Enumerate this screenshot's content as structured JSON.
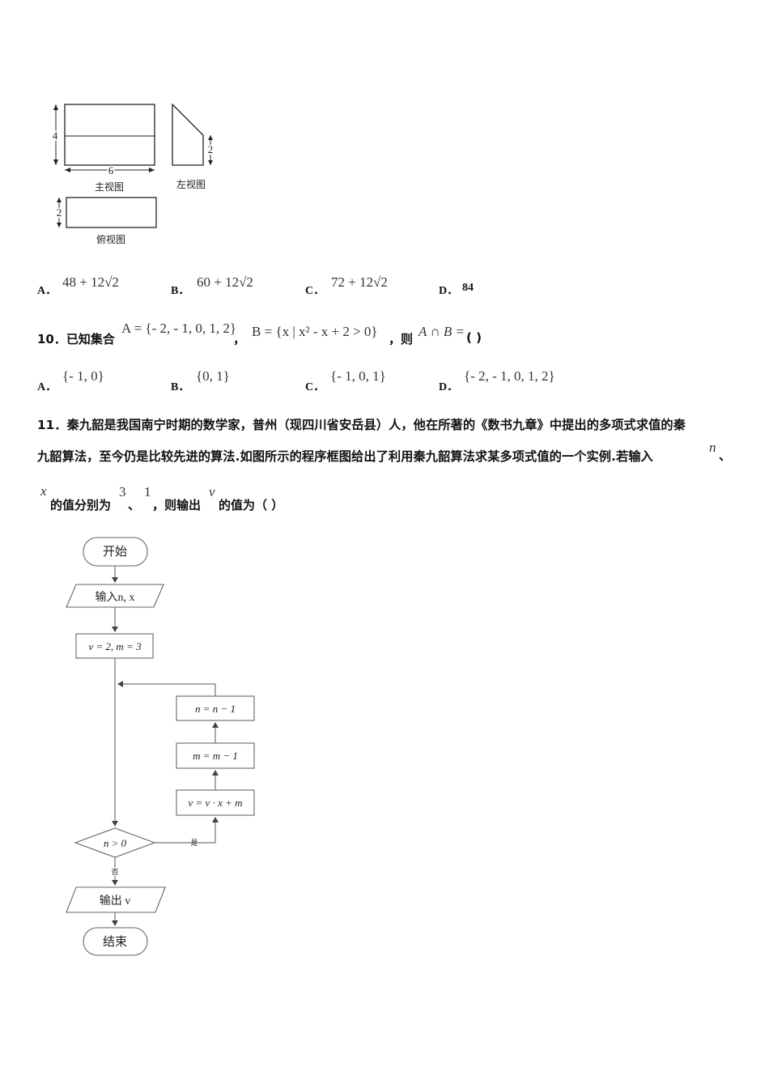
{
  "views": {
    "front_label": "主视图",
    "left_label": "左视图",
    "top_label": "俯视图",
    "dim_front_height": "4",
    "dim_front_width": "6",
    "dim_left_height": "2",
    "dim_top_height": "2"
  },
  "q9_options": {
    "a_letter": "A．",
    "a_value": "48 + 12√2",
    "b_letter": "B．",
    "b_value": "60 + 12√2",
    "c_letter": "C．",
    "c_value": "72 + 12√2",
    "d_letter": "D．",
    "d_value": "84"
  },
  "q10": {
    "prefix": "10．已知集合",
    "set_a": "A = {- 2, - 1, 0, 1, 2}",
    "comma": "，",
    "set_b": "B = {x | x² - x + 2 > 0}",
    "then": "，则",
    "expr": "A ∩ B =",
    "paren": "(    )",
    "a_letter": "A．",
    "a_value": "{- 1, 0}",
    "b_letter": "B．",
    "b_value": "{0, 1}",
    "c_letter": "C．",
    "c_value": "{- 1, 0, 1}",
    "d_letter": "D．",
    "d_value": "{- 2, - 1, 0, 1, 2}"
  },
  "q11": {
    "line1": "11．秦九韶是我国南宁时期的数学家，普州（现四川省安岳县）人，他在所著的《数书九章》中提出的多项式求值的秦",
    "line2": "九韶算法，至今仍是比较先进的算法.如图所示的程序框图给出了利用秦九韶算法求某多项式值的一个实例.若输入",
    "var_n": "n",
    "sep1": "、",
    "var_x": "x",
    "text3": "的值分别为",
    "val3": "3",
    "sep2": "、",
    "val1": "1",
    "text4": "，则输出",
    "var_v": "v",
    "text5": "的值为（    ）"
  },
  "flowchart": {
    "start": "开始",
    "input": "输入n, x",
    "init": "v = 2, m = 3",
    "step_n": "n = n − 1",
    "step_m": "m = m − 1",
    "step_v": "v = v · x + m",
    "cond": "n > 0",
    "yes": "是",
    "no": "否",
    "output": "输出 v",
    "end": "结束"
  }
}
